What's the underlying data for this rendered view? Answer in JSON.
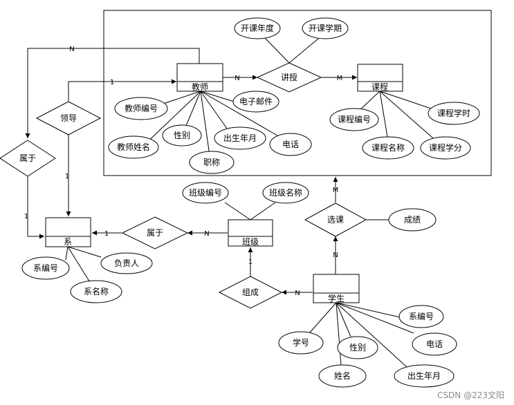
{
  "entities": {
    "teacher": "教师",
    "course": "课程",
    "department": "系",
    "class": "班级",
    "student": "学生"
  },
  "relationships": {
    "teach": "讲授",
    "lead": "领导",
    "belong_left": "属于",
    "belong_mid": "属于",
    "select": "选课",
    "compose": "组成"
  },
  "attributes": {
    "year": "开课年度",
    "term": "开课学期",
    "teacher_id": "教师编号",
    "email": "电子邮件",
    "teacher_gender": "性别",
    "teacher_name": "教师姓名",
    "teacher_birth": "出生年月",
    "teacher_phone": "电话",
    "title": "职称",
    "course_id": "课程编号",
    "course_hours": "课程学时",
    "course_name": "课程名称",
    "course_credit": "课程学分",
    "class_id": "班级编号",
    "class_name": "班级名称",
    "grade": "成绩",
    "dept_id": "系编号",
    "dept_head": "负责人",
    "dept_name": "系名称",
    "stu_dept": "系编号",
    "stu_id": "学号",
    "stu_gender": "性别",
    "stu_phone": "电话",
    "stu_name": "姓名",
    "stu_birth": "出生年月"
  },
  "cardinalities": {
    "teacher_teach": "N",
    "teach_course": "M",
    "teacher_belong": "N",
    "lead_teacher": "1",
    "lead_dept": "1",
    "belong_dept": "1",
    "dept_belong": "1",
    "class_belong": "N",
    "select_course": "M",
    "student_select": "N",
    "compose_class": "1",
    "student_compose": "N"
  },
  "watermark": "CSDN @223文阳"
}
